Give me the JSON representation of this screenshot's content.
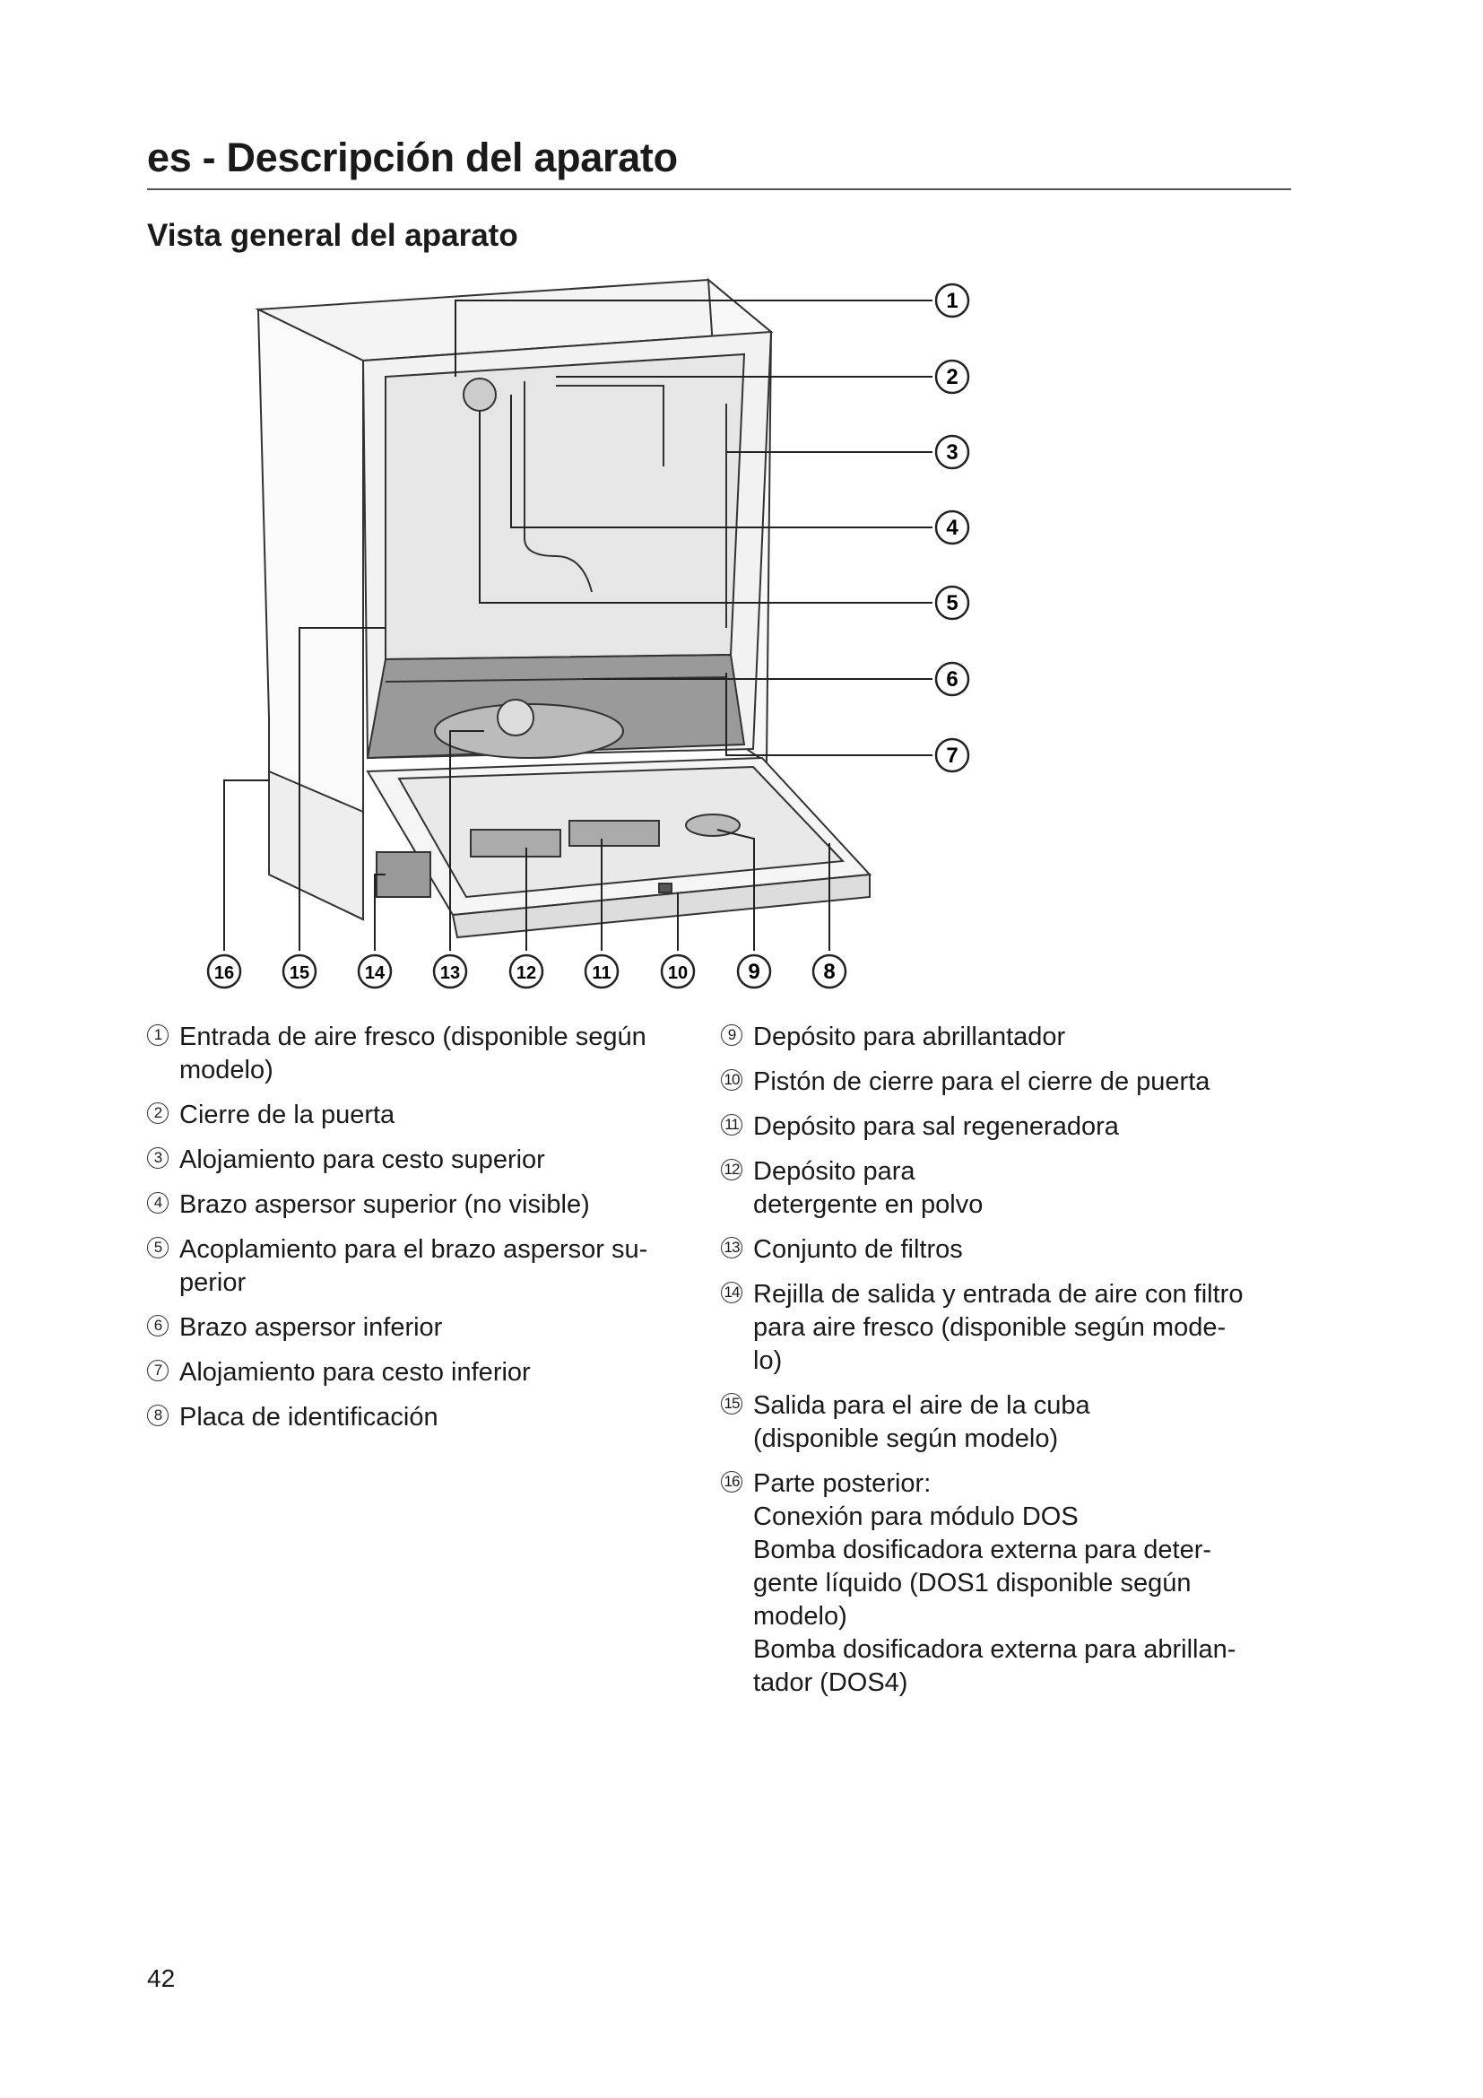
{
  "header": {
    "title": "es - Descripción del aparato"
  },
  "section": {
    "title": "Vista general del aparato"
  },
  "diagram": {
    "right_callouts": [
      "1",
      "2",
      "3",
      "4",
      "5",
      "6",
      "7"
    ],
    "bottom_callouts": [
      "16",
      "15",
      "14",
      "13",
      "12",
      "11",
      "10",
      "9",
      "8"
    ]
  },
  "legend_left": [
    {
      "num": "1",
      "text": "Entrada de aire fresco (disponible según\nmodelo)"
    },
    {
      "num": "2",
      "text": "Cierre de la puerta"
    },
    {
      "num": "3",
      "text": "Alojamiento para cesto superior"
    },
    {
      "num": "4",
      "text": "Brazo aspersor superior (no visible)"
    },
    {
      "num": "5",
      "text": "Acoplamiento para el brazo aspersor su-\nperior"
    },
    {
      "num": "6",
      "text": "Brazo aspersor inferior"
    },
    {
      "num": "7",
      "text": "Alojamiento para cesto inferior"
    },
    {
      "num": "8",
      "text": "Placa de identificación"
    }
  ],
  "legend_right": [
    {
      "num": "9",
      "text": "Depósito para abrillantador"
    },
    {
      "num": "10",
      "text": "Pistón de cierre para el cierre de puerta"
    },
    {
      "num": "11",
      "text": "Depósito para sal regeneradora"
    },
    {
      "num": "12",
      "text": "Depósito para\ndetergente en polvo"
    },
    {
      "num": "13",
      "text": "Conjunto de filtros"
    },
    {
      "num": "14",
      "text": "Rejilla de salida y entrada de aire con filtro\npara aire fresco (disponible según mode-\nlo)"
    },
    {
      "num": "15",
      "text": "Salida para el aire de la cuba\n(disponible según modelo)"
    },
    {
      "num": "16",
      "text": "Parte posterior:\nConexión para módulo DOS\nBomba dosificadora externa para deter-\ngente líquido (DOS1 disponible según\nmodelo)\nBomba dosificadora externa para abrillan-\ntador (DOS4)"
    }
  ],
  "footer": {
    "page_number": "42"
  }
}
